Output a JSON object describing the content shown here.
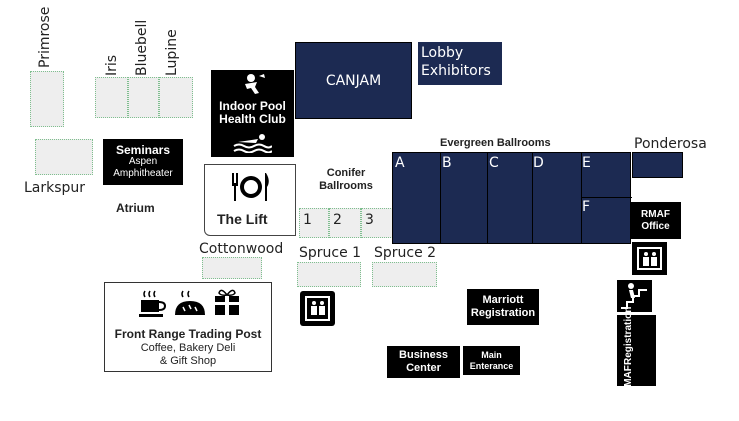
{
  "rooms": {
    "primrose": "Primrose",
    "iris": "Iris",
    "bluebell": "Bluebell",
    "lupine": "Lupine",
    "larkspur": "Larkspur",
    "canjam": "CANJAM",
    "lobby_exhibitors_line1": "Lobby",
    "lobby_exhibitors_line2": "Exhibitors",
    "indoor_pool_line1": "Indoor Pool",
    "indoor_pool_line2": "Health Club",
    "seminars_line1": "Seminars",
    "seminars_line2": "Aspen",
    "seminars_line3": "Amphitheater",
    "atrium": "Atrium",
    "the_lift": "The Lift",
    "conifer_line1": "Conifer",
    "conifer_line2": "Ballrooms",
    "conifer_1": "1",
    "conifer_2": "2",
    "conifer_3": "3",
    "evergreen": "Evergreen Ballrooms",
    "evergreen_a": "A",
    "evergreen_b": "B",
    "evergreen_c": "C",
    "evergreen_d": "D",
    "evergreen_e": "E",
    "evergreen_f": "F",
    "ponderosa": "Ponderosa",
    "rmaf_office_line1": "RMAF",
    "rmaf_office_line2": "Office",
    "cottonwood": "Cottonwood",
    "spruce1": "Spruce 1",
    "spruce2": "Spruce 2",
    "trading_post_title": "Front Range Trading Post",
    "trading_post_line2": "Coffee, Bakery Deli",
    "trading_post_line3": "& Gift Shop",
    "marriott_line1": "Marriott",
    "marriott_line2": "Registration",
    "business_line1": "Business",
    "business_line2": "Center",
    "main_entrance_line1": "Main",
    "main_entrance_line2": "Enterance",
    "rmaf_registration_line1": "RMAF",
    "rmaf_registration_line2": "Registration"
  },
  "icons": {
    "pool": "swimmer-icon",
    "restaurant": "fork-knife-icon",
    "elevator": "elevator-icon",
    "stairs": "stairs-icon",
    "coffee": "coffee-cup-icon",
    "bread": "bread-icon",
    "gift": "gift-icon"
  },
  "colors": {
    "ballroom_navy": "#1c2a52",
    "room_fill": "#eeeeee",
    "room_border": "#7fbf8f",
    "sign_black": "#000000"
  }
}
